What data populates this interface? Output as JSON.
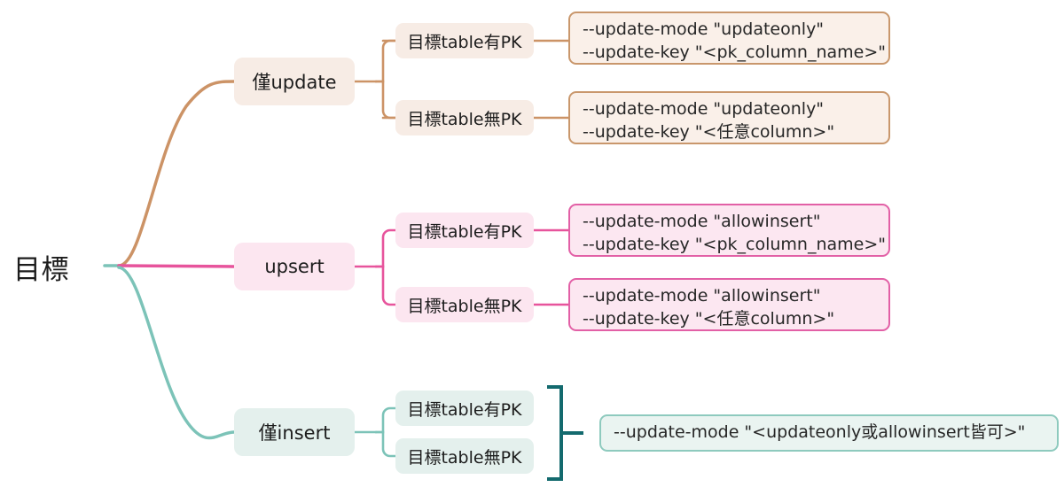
{
  "diagram": {
    "type": "mind-map",
    "orientation": "left-to-right",
    "root": {
      "label": "目標"
    },
    "colors": {
      "update_line": "#cc9366",
      "update_node_fill": "#f7ece5",
      "update_leaf_border": "#c9976c",
      "upsert_line": "#e7549c",
      "upsert_node_fill": "#fce6f0",
      "upsert_leaf_border": "#e260a6",
      "insert_line": "#7cc3b8",
      "insert_node_fill": "#e4f0ed",
      "insert_leaf_border": "#8ecabe",
      "bracket": "#136a6e",
      "text": "#1c1c1c",
      "background": "#ffffff"
    },
    "branches": [
      {
        "id": "update",
        "label": "僅update",
        "children": [
          {
            "id": "update-pk",
            "label": "目標table有PK",
            "leaf": {
              "lines": [
                "--update-mode \"updateonly\"",
                "--update-key \"<pk_column_name>\""
              ]
            }
          },
          {
            "id": "update-nopk",
            "label": "目標table無PK",
            "leaf": {
              "lines": [
                "--update-mode \"updateonly\"",
                "--update-key \"<任意column>\""
              ]
            }
          }
        ]
      },
      {
        "id": "upsert",
        "label": "upsert",
        "children": [
          {
            "id": "upsert-pk",
            "label": "目標table有PK",
            "leaf": {
              "lines": [
                "--update-mode \"allowinsert\"",
                "--update-key \"<pk_column_name>\""
              ]
            }
          },
          {
            "id": "upsert-nopk",
            "label": "目標table無PK",
            "leaf": {
              "lines": [
                "--update-mode \"allowinsert\"",
                "--update-key \"<任意column>\""
              ]
            }
          }
        ]
      },
      {
        "id": "insert",
        "label": "僅insert",
        "grouped": true,
        "children": [
          {
            "id": "insert-pk",
            "label": "目標table有PK"
          },
          {
            "id": "insert-nopk",
            "label": "目標table無PK"
          }
        ],
        "shared_leaf": {
          "lines": [
            "--update-mode \"<updateonly或allowinsert皆可>\""
          ]
        }
      }
    ]
  }
}
